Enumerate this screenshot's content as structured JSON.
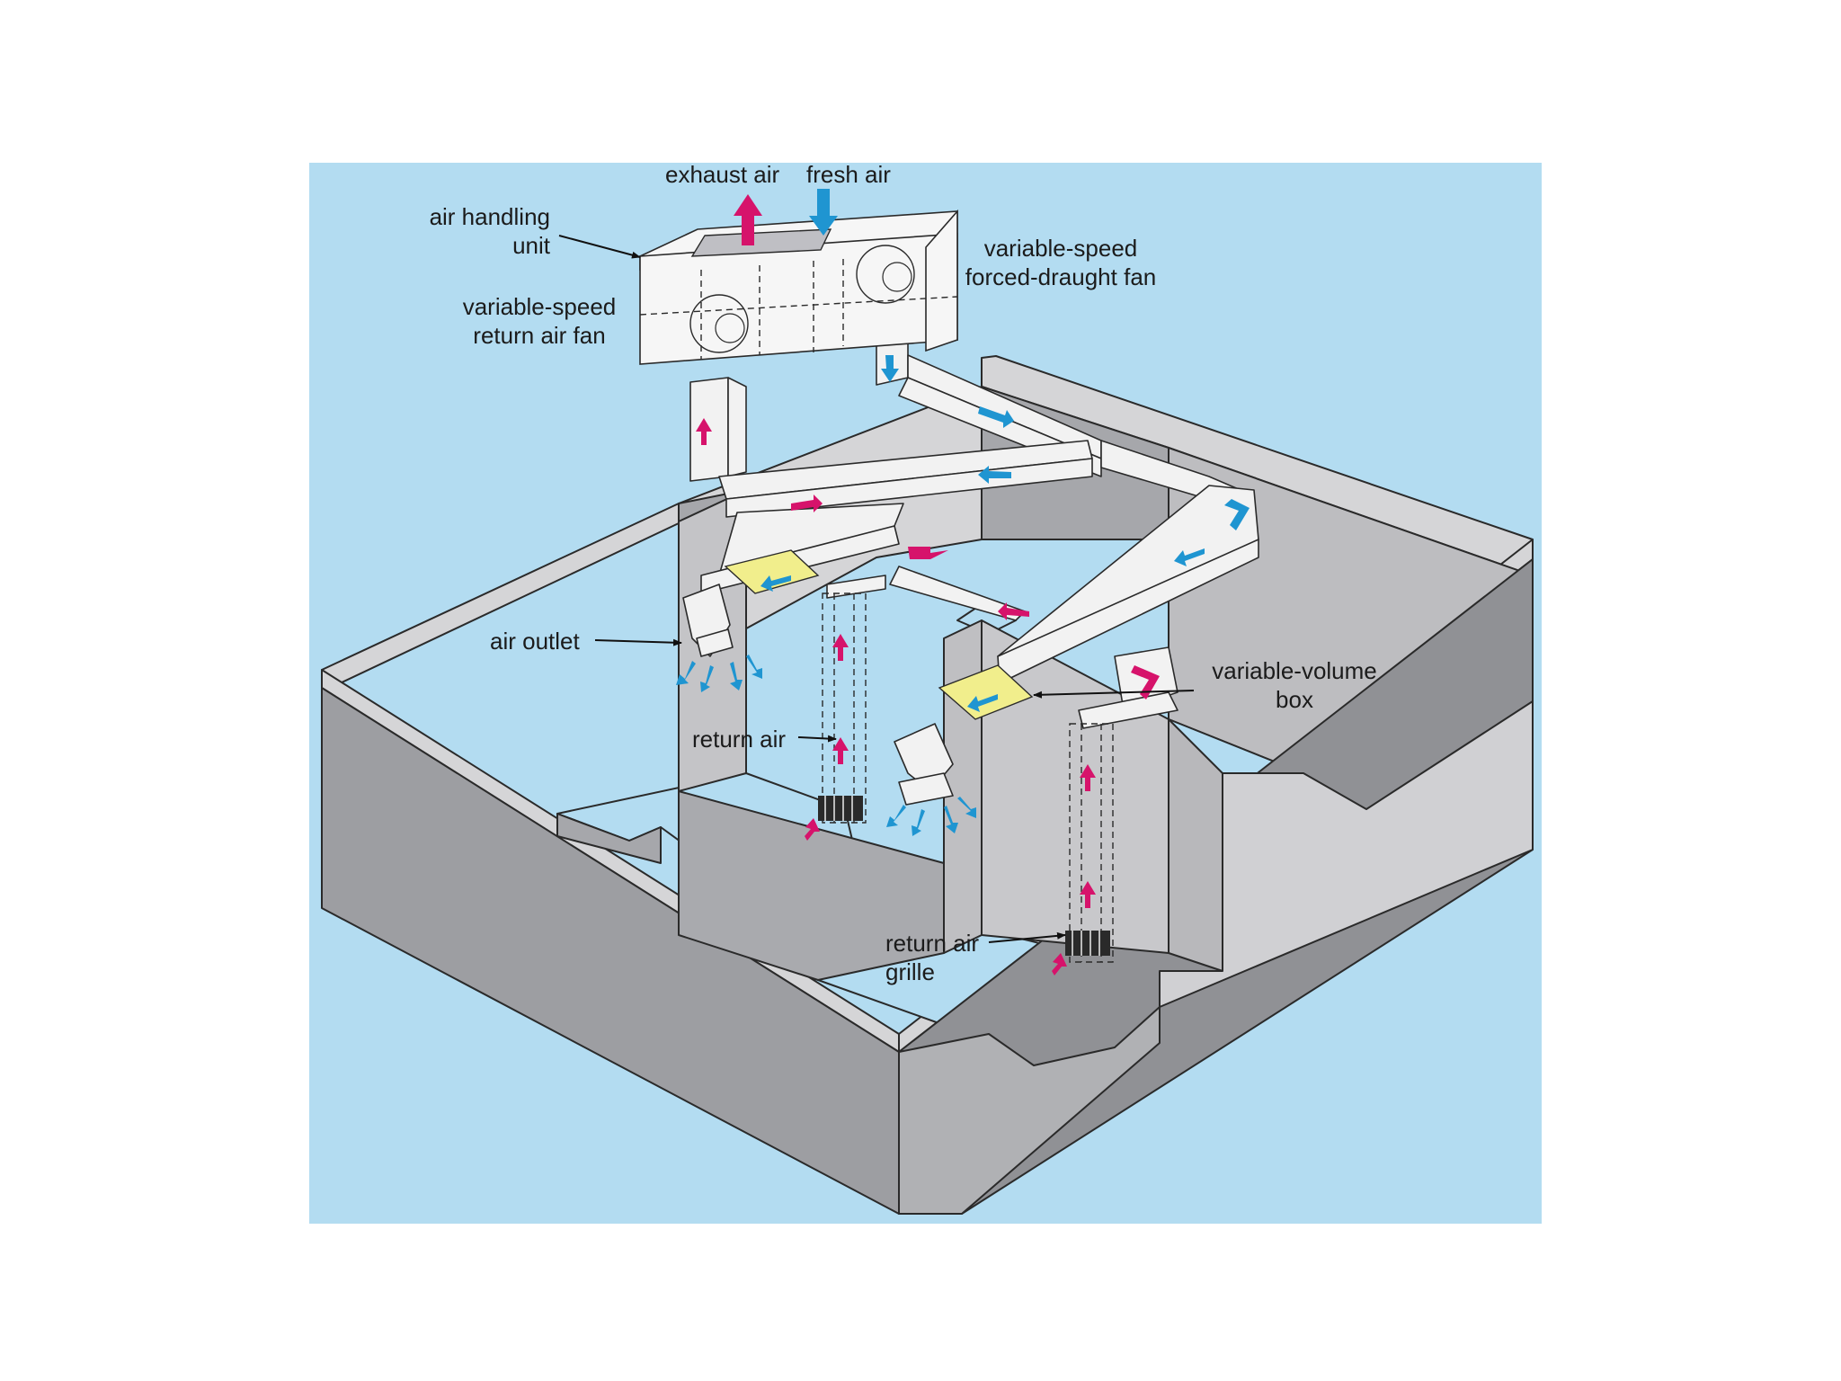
{
  "labels": {
    "exhaust_air": "exhaust air",
    "fresh_air": "fresh air",
    "air_handling_unit": [
      "air handling",
      "unit"
    ],
    "forced_fan": [
      "variable-speed",
      "forced-draught fan"
    ],
    "return_fan": [
      "variable-speed",
      "return air fan"
    ],
    "air_outlet": "air outlet",
    "return_air": "return air",
    "vav_box": [
      "variable-volume",
      "box"
    ],
    "return_grille": [
      "return air",
      "grille"
    ]
  },
  "colors": {
    "background": "#b3dcf1",
    "return_arrow": "#d6136b",
    "supply_arrow": "#1f95d1",
    "vav_box": "#f1ee8c",
    "wall_top": "#d5d5d7",
    "wall_face": "#9d9ea2",
    "floor": "#b3dcf1"
  },
  "icons": [
    "exhaust-arrow-icon",
    "fresh-air-arrow-icon",
    "fan-icon",
    "supply-arrow-icon",
    "return-arrow-icon",
    "grille-icon"
  ]
}
